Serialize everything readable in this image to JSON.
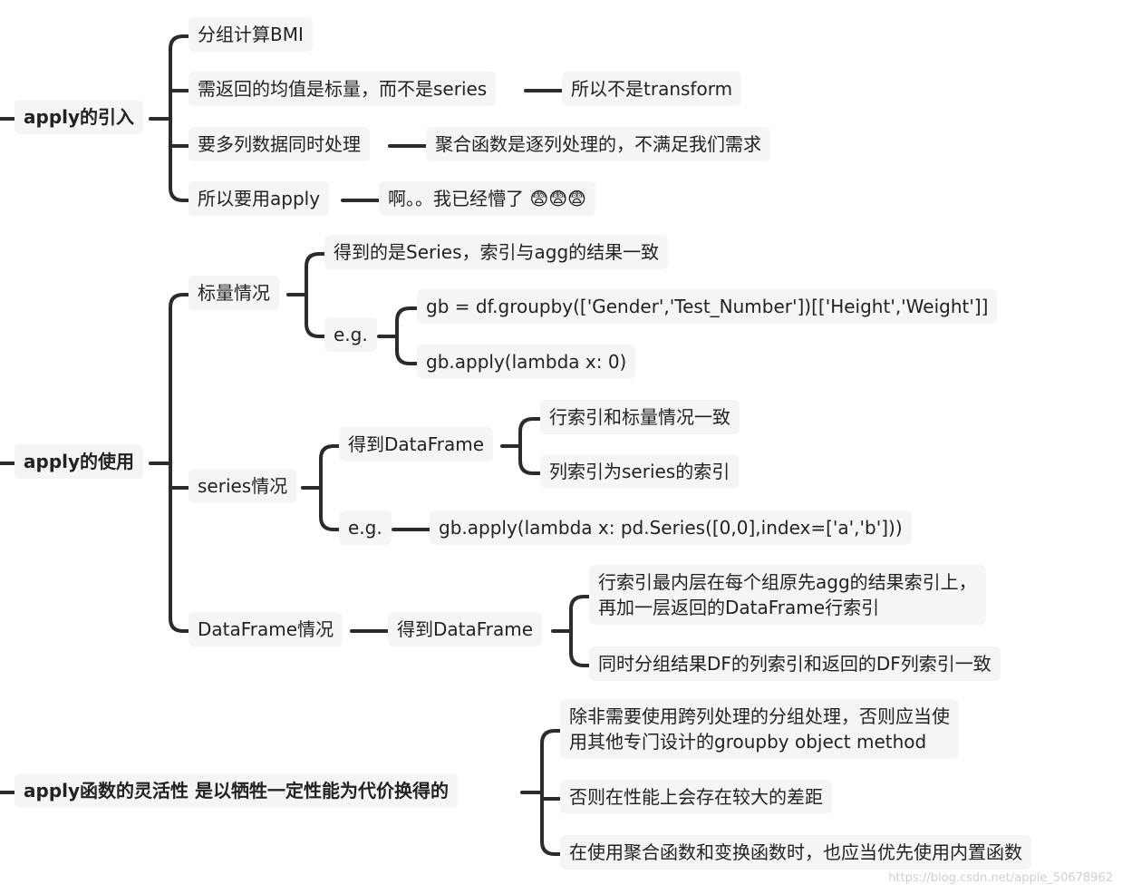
{
  "sections": [
    {
      "label": "apply的引入",
      "children": [
        {
          "label": "分组计算BMI"
        },
        {
          "label": "需返回的均值是标量，而不是series",
          "next": "所以不是transform"
        },
        {
          "label": "要多列数据同时处理",
          "next": "聚合函数是逐列处理的，不满足我们需求"
        },
        {
          "label": "所以要用apply",
          "next": "啊。。我已经懵了 😨😨😨"
        }
      ]
    },
    {
      "label": "apply的使用",
      "children": [
        {
          "label": "标量情况",
          "children": [
            {
              "label": "得到的是Series，索引与agg的结果一致"
            },
            {
              "label": "e.g.",
              "children": [
                {
                  "label": "gb = df.groupby(['Gender','Test_Number'])[['Height','Weight']]"
                },
                {
                  "label": "gb.apply(lambda x: 0)"
                }
              ]
            }
          ]
        },
        {
          "label": "series情况",
          "children": [
            {
              "label": "得到DataFrame",
              "children": [
                {
                  "label": "行索引和标量情况一致"
                },
                {
                  "label": "列索引为series的索引"
                }
              ]
            },
            {
              "label": "e.g.",
              "next": "gb.apply(lambda x: pd.Series([0,0],index=['a','b']))"
            }
          ]
        },
        {
          "label": "DataFrame情况",
          "next": "得到DataFrame",
          "children": [
            {
              "label": "行索引最内层在每个组原先agg的结果索引上，\n再加一层返回的DataFrame行索引"
            },
            {
              "label": "同时分组结果DF的列索引和返回的DF列索引一致"
            }
          ]
        }
      ]
    },
    {
      "label": "apply函数的灵活性 是以牺牲一定性能为代价换得的",
      "children": [
        {
          "label": "除非需要使用跨列处理的分组处理，否则应当使\n用其他专门设计的groupby object method"
        },
        {
          "label": "否则在性能上会存在较大的差距"
        },
        {
          "label": "在使用聚合函数和变换函数时，也应当优先使用内置函数"
        }
      ]
    }
  ],
  "watermark": "https://blog.csdn.net/apple_50678962"
}
